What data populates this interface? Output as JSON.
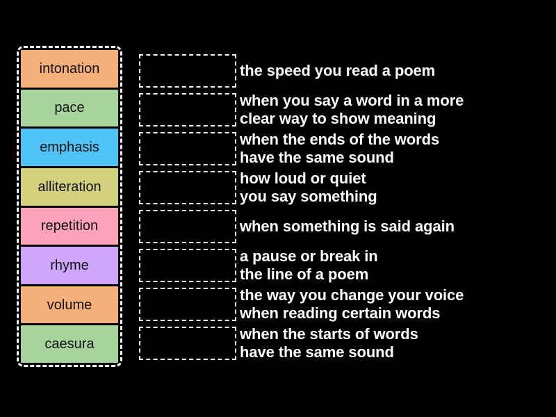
{
  "activity": {
    "type": "match-up",
    "background_color": "#000000"
  },
  "tiles_panel": {
    "border_color": "#ffffff",
    "tiles": [
      {
        "label": "intonation",
        "color": "#f5af78"
      },
      {
        "label": "pace",
        "color": "#a6d49a"
      },
      {
        "label": "emphasis",
        "color": "#4fc3f7"
      },
      {
        "label": "alliteration",
        "color": "#d3d17e"
      },
      {
        "label": "repetition",
        "color": "#fca3bb"
      },
      {
        "label": "rhyme",
        "color": "#cda5fb"
      },
      {
        "label": "volume",
        "color": "#f5af78"
      },
      {
        "label": "caesura",
        "color": "#a6d49a"
      }
    ]
  },
  "drop_zones": [
    {
      "value": ""
    },
    {
      "value": ""
    },
    {
      "value": ""
    },
    {
      "value": ""
    },
    {
      "value": ""
    },
    {
      "value": ""
    },
    {
      "value": ""
    },
    {
      "value": ""
    }
  ],
  "definitions": [
    {
      "text": "the speed you read a poem"
    },
    {
      "text": "when you say a word in a more\nclear way to show meaning"
    },
    {
      "text": "when the ends of the words\nhave the same sound"
    },
    {
      "text": "how loud or quiet\nyou say something"
    },
    {
      "text": "when something is said again"
    },
    {
      "text": "a pause or break in\nthe line of a poem"
    },
    {
      "text": "the way you change your voice\nwhen reading certain words"
    },
    {
      "text": "when the starts of words\nhave the same sound"
    }
  ]
}
